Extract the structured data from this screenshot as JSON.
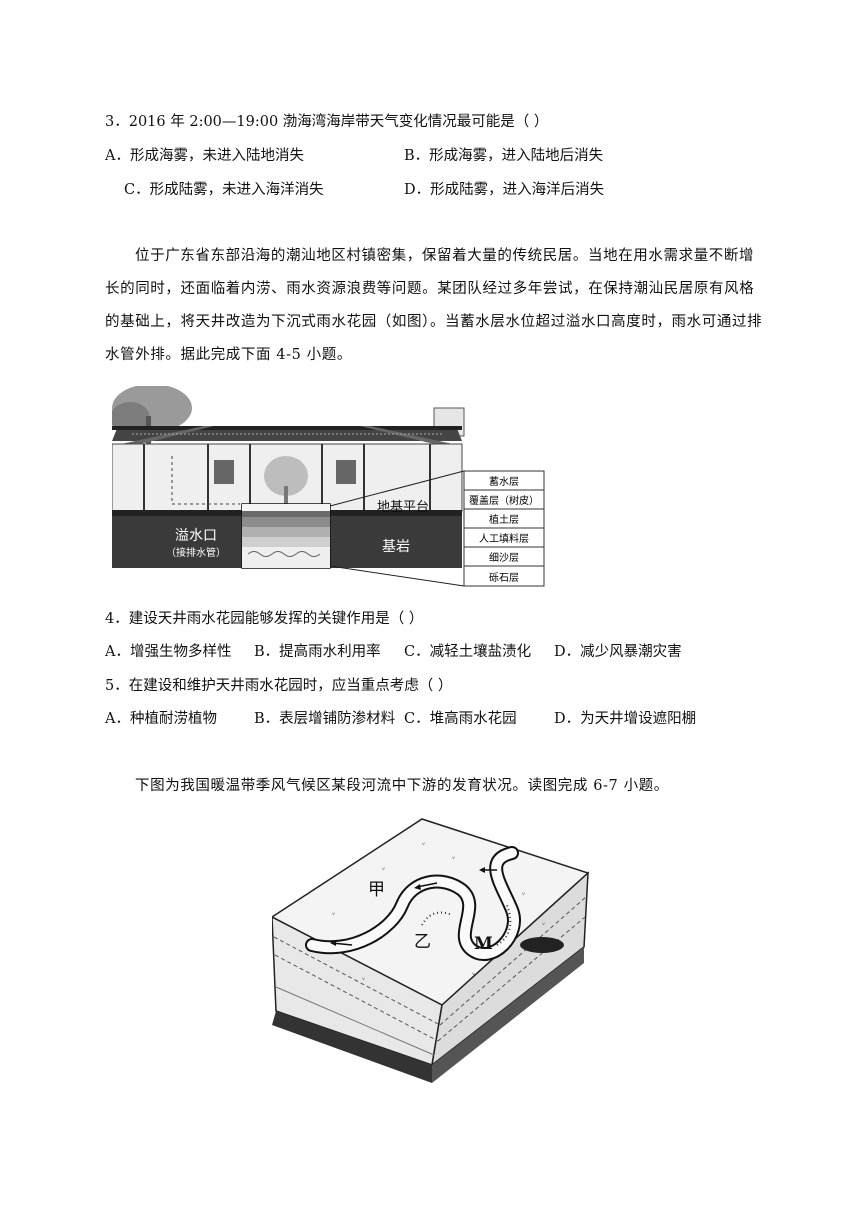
{
  "q3": {
    "stem": "3．2016 年 2:00—19:00 渤海湾海岸带天气变化情况最可能是（   ）",
    "options": {
      "A": "A．形成海雾，未进入陆地消失",
      "B": "B．形成海雾，进入陆地后消失",
      "C": "C．形成陆雾，未进入海洋消失",
      "D": "D．形成陆雾，进入海洋后消失"
    }
  },
  "passage1": "位于广东省东部沿海的潮汕地区村镇密集，保留着大量的传统民居。当地在用水需求量不断增长的同时，还面临着内涝、雨水资源浪费等问题。某团队经过多年尝试，在保持潮汕民居原有风格的基础上，将天井改造为下沉式雨水花园（如图）。当蓄水层水位超过溢水口高度时，雨水可通过排水管外排。据此完成下面 4-5 小题。",
  "figure1": {
    "label_overflow": "溢水口",
    "label_overflow_sub": "（接排水管）",
    "label_ground": "地基平台",
    "label_bedrock": "基岩",
    "layers": [
      "蓄水层",
      "覆盖层（树皮）",
      "植土层",
      "人工填料层",
      "细沙层",
      "砾石层"
    ]
  },
  "q4": {
    "stem": "4．建设天井雨水花园能够发挥的关键作用是（   ）",
    "options": {
      "A": "A．增强生物多样性",
      "B": "B．提高雨水利用率",
      "C": "C．减轻土壤盐渍化",
      "D": "D．减少风暴潮灾害"
    }
  },
  "q5": {
    "stem": "5．在建设和维护天井雨水花园时，应当重点考虑（   ）",
    "options": {
      "A": "A．种植耐涝植物",
      "B": "B．表层增铺防渗材料",
      "C": "C．堆高雨水花园",
      "D": "D．为天井增设遮阳棚"
    }
  },
  "passage2": "下图为我国暖温带季风气候区某段河流中下游的发育状况。读图完成 6-7 小题。",
  "figure2": {
    "label_jia": "甲",
    "label_yi": "乙",
    "label_m": "M"
  }
}
